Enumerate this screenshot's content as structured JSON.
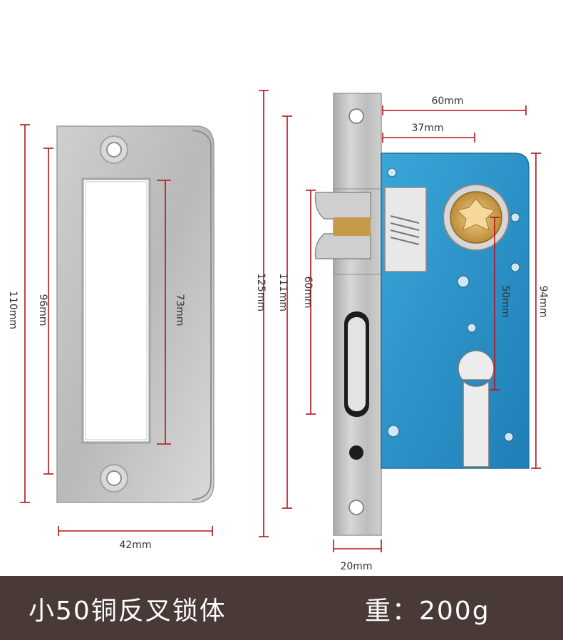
{
  "dimensions": {
    "strike_width": "42mm",
    "strike_total_height": "110mm",
    "strike_inner_height": "96mm",
    "strike_opening_height": "73mm",
    "faceplate_height": "125mm",
    "body_height_111": "111mm",
    "latch_span": "60mm",
    "backset": "60mm",
    "backset_37": "37mm",
    "cylinder_distance": "50mm",
    "case_height": "94mm",
    "faceplate_width": "20mm"
  },
  "footer": {
    "title": "小50铜反叉锁体",
    "weight": "重：200g"
  },
  "colors": {
    "dimension_line": "#b5121b",
    "footer_bg": "#4a3a37",
    "lock_case": "#2c93c9",
    "steel": "#c2c2c2",
    "brass": "#c89a3c"
  }
}
